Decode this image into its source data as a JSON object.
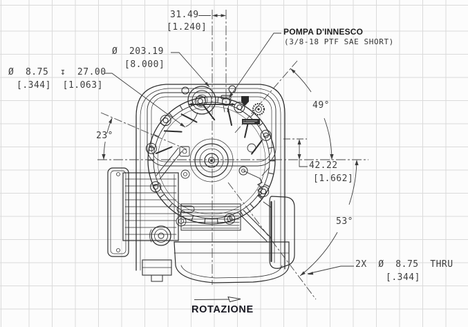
{
  "drawing": {
    "type": "engine dimension drawing (front PTO view)",
    "rotation_label": "ROTAZIONE"
  },
  "colors": {
    "grid_line": "#dadada",
    "drawing_line": "#2d2d2d",
    "dimension_line": "#3d3d3d",
    "callout_text": "#1d1d1d"
  },
  "labels": {
    "dim_offset": {
      "mm": "31.49",
      "in": "[1.240]"
    },
    "primer_pump_callout": {
      "line1": "POMPA D'INNESCO",
      "line2": "(3/8-18 PTF SAE SHORT)"
    },
    "flywheel_dia": {
      "mm": "Ø  203.19",
      "in": "[8.000]"
    },
    "tapped_hole": {
      "mm": "Ø  8.75  ↧  27.00",
      "in": "[.344]  [1.063]"
    },
    "angle_upper_right": "49°",
    "angle_left": "23°",
    "center_offset": {
      "mm": "42.22",
      "in": "[1.662]"
    },
    "angle_lower_right": "53°",
    "thru_holes": {
      "mm": "2X  Ø  8.75  THRU",
      "in": "[.344]"
    },
    "rotation": "ROTAZIONE"
  }
}
